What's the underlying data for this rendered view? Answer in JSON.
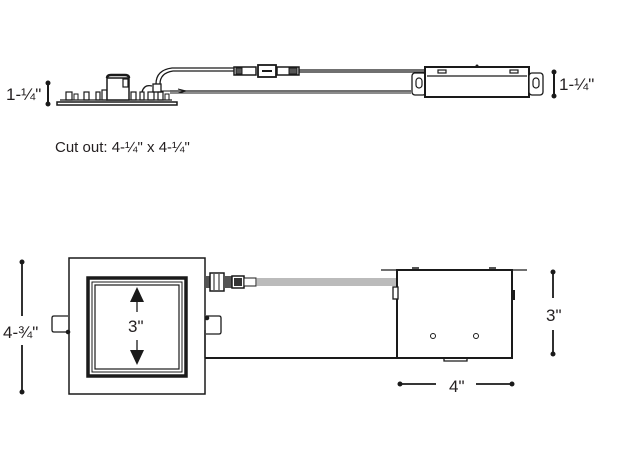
{
  "diagram": {
    "type": "recessed-downlight-dimension-drawing",
    "colors": {
      "line": "#1a1a1a",
      "text": "#231f20",
      "background": "#ffffff",
      "gray": "#888888"
    },
    "side_view": {
      "fixture_height_label": "1-¼\"",
      "driver_height_label": "1-¼\"",
      "cutout_label": "Cut out: 4-¼\" x 4-¼\""
    },
    "top_view": {
      "trim_height_label": "4-¾\"",
      "aperture_label": "3\"",
      "junction_box_height_label": "3\"",
      "junction_box_width_label": "4\""
    }
  }
}
